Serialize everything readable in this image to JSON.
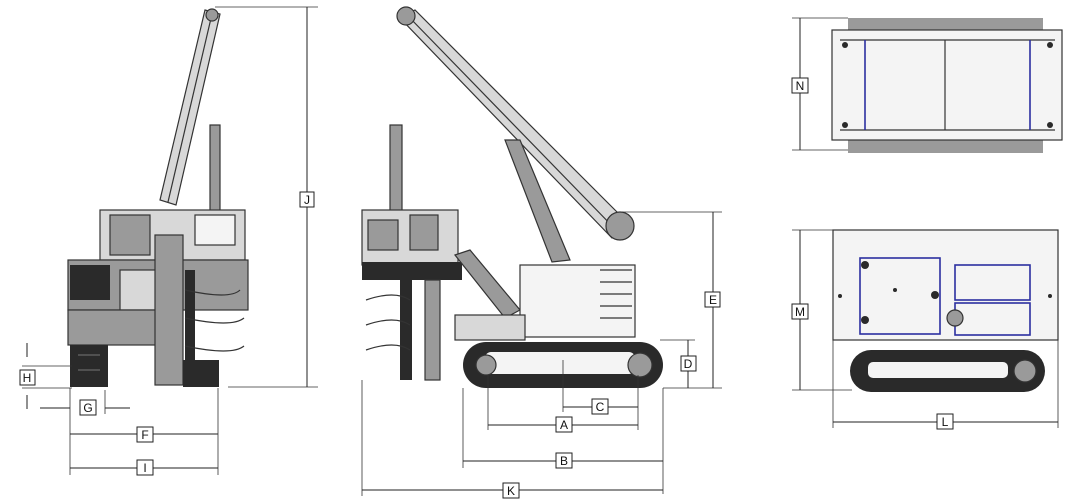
{
  "labels": {
    "A": "A",
    "B": "B",
    "C": "C",
    "D": "D",
    "E": "E",
    "F": "F",
    "G": "G",
    "H": "H",
    "I": "I",
    "J": "J",
    "K": "K",
    "L": "L",
    "M": "M",
    "N": "N"
  },
  "colors": {
    "line": "#222222",
    "machine_dark": "#2a2a2a",
    "machine_grey": "#9a9a9a",
    "accent_blue": "#2b2fa0"
  },
  "views": [
    "front-view",
    "side-view",
    "top-view",
    "rear-side-view"
  ]
}
